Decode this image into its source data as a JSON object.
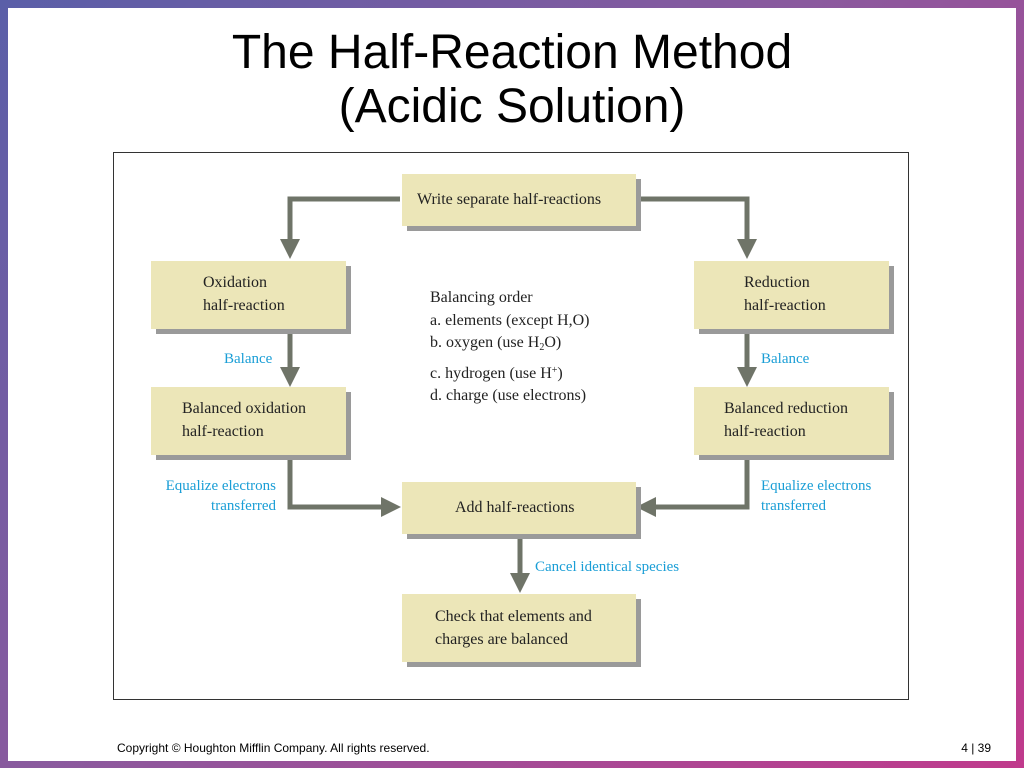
{
  "title": {
    "line1": "The Half-Reaction Method",
    "line2": "(Acidic Solution)"
  },
  "boxes": {
    "write": "Write separate half-reactions",
    "oxidation": [
      "Oxidation",
      "half-reaction"
    ],
    "reduction": [
      "Reduction",
      "half-reaction"
    ],
    "balanced_oxidation": [
      "Balanced oxidation",
      "half-reaction"
    ],
    "balanced_reduction": [
      "Balanced reduction",
      "half-reaction"
    ],
    "add": "Add half-reactions",
    "check": [
      "Check that elements and",
      "charges are balanced"
    ]
  },
  "labels": {
    "balance_left": "Balance",
    "balance_right": "Balance",
    "equalize_left": [
      "Equalize electrons",
      "transferred"
    ],
    "equalize_right": [
      "Equalize electrons",
      "transferred"
    ],
    "cancel": "Cancel identical species"
  },
  "balancing_order": {
    "heading": "Balancing order",
    "a": "a. elements (except H,O)",
    "b_prefix": "b. oxygen (use H",
    "b_sub": "2",
    "b_suffix": "O)",
    "c_prefix": "c. hydrogen (use H",
    "c_sup": "+",
    "c_suffix": ")",
    "d": "d. charge (use electrons)"
  },
  "footer": {
    "copyright": "Copyright © Houghton Mifflin Company. All rights reserved.",
    "page": "4 | 39"
  },
  "colors": {
    "box_fill": "#ece6b8",
    "arrow": "#6f7468",
    "label_blue": "#1a9ed6"
  }
}
